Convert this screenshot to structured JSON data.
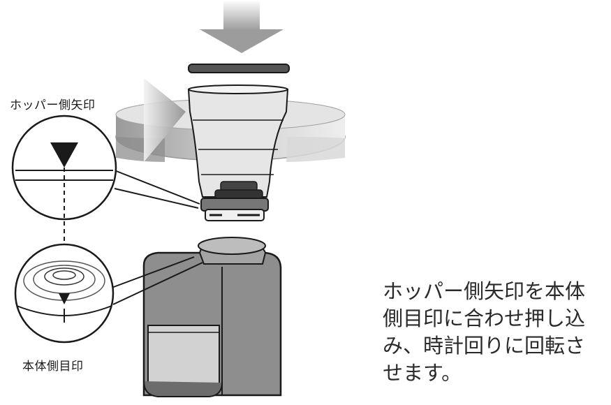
{
  "diagram": {
    "hopper_marker_label": "ホッパー側矢印",
    "body_marker_label": "本体側目印",
    "instruction_lines": [
      "ホッパー側矢印を本体",
      "側目印に合わせ押し込",
      "み、時計回りに回転さ",
      "せます。"
    ]
  },
  "colors": {
    "outline": "#1a1a1a",
    "body_fill": "#8e8e8e",
    "window_fill": "#d2d2d2",
    "hopper_fill": "#e6e6e6",
    "arrow_fill": "#b8b8b8"
  }
}
